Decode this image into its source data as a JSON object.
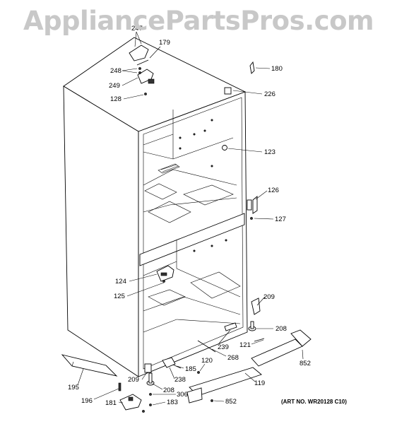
{
  "watermark": {
    "text": "AppliancePartsPros.com",
    "color": "#c8c8c8"
  },
  "art_number": "(ART NO. WR20128 C10)",
  "callouts": [
    {
      "id": "247",
      "text": "247"
    },
    {
      "id": "179",
      "text": "179"
    },
    {
      "id": "248",
      "text": "248"
    },
    {
      "id": "249",
      "text": "249"
    },
    {
      "id": "128",
      "text": "128"
    },
    {
      "id": "180",
      "text": "180"
    },
    {
      "id": "226",
      "text": "226"
    },
    {
      "id": "123",
      "text": "123"
    },
    {
      "id": "126",
      "text": "126"
    },
    {
      "id": "127",
      "text": "127"
    },
    {
      "id": "124",
      "text": "124"
    },
    {
      "id": "125",
      "text": "125"
    },
    {
      "id": "209a",
      "text": "209"
    },
    {
      "id": "208a",
      "text": "208"
    },
    {
      "id": "239",
      "text": "239"
    },
    {
      "id": "121",
      "text": "121"
    },
    {
      "id": "268",
      "text": "268"
    },
    {
      "id": "852a",
      "text": "852"
    },
    {
      "id": "185",
      "text": "185"
    },
    {
      "id": "120",
      "text": "120"
    },
    {
      "id": "209b",
      "text": "209"
    },
    {
      "id": "238",
      "text": "238"
    },
    {
      "id": "119",
      "text": "119"
    },
    {
      "id": "195",
      "text": "195"
    },
    {
      "id": "208b",
      "text": "208"
    },
    {
      "id": "306",
      "text": "306"
    },
    {
      "id": "196",
      "text": "196"
    },
    {
      "id": "181",
      "text": "181"
    },
    {
      "id": "183",
      "text": "183"
    },
    {
      "id": "852b",
      "text": "852"
    }
  ]
}
